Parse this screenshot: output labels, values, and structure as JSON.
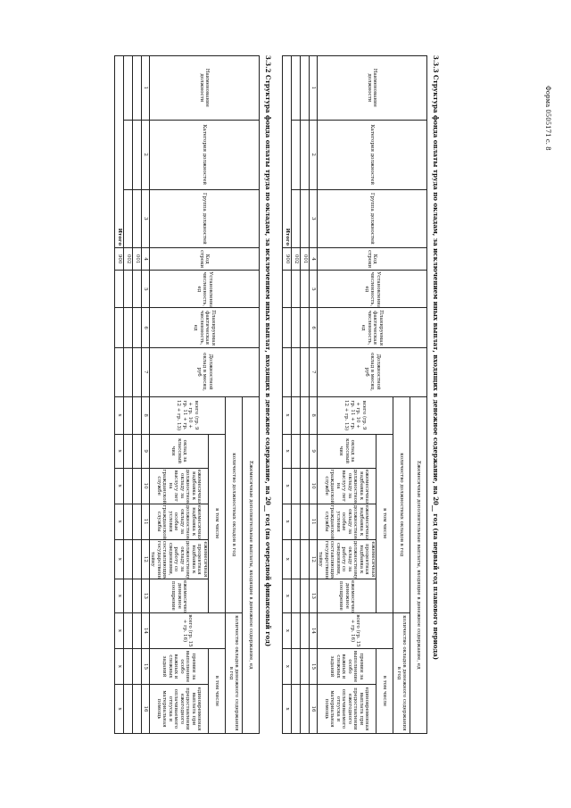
{
  "form_code": "Форма 0505171 с. 8",
  "tables": [
    {
      "caption": "3.3.2 Структура фонда оплаты труда по окладам, за исключением иных выплат, входящих в денежное содержание, на 20__ год (на очередной финансовый год)",
      "headers": {
        "position_name": "Наименование должности",
        "position_category": "Категория должностей",
        "position_group": "Группа должностей",
        "row_code": "Код строки",
        "established_staff": "Установленная численность, ед",
        "planned_staff": "Планируемая фактическая численность, ед",
        "salary": "Должностной оклад в месяц, руб",
        "monthly_payments": "Ежемесячные дополнительные выплаты, входящие в денежное содержание, ед",
        "count_salaries_year": "количество должностных окладов в год",
        "total_left": "всего (гр. 9 + гр. 10 + гр. 11 + гр. 12 + гр. 13)",
        "in_that_number": "в том числе",
        "class_rank": "оклад за классный чин",
        "seniority": "ежемесячная надбавка к должностному окладу за выслугу лет на гражданской службе",
        "special_conditions": "ежемесячная надбавка к должностному окладу за особые условия гражданской службы",
        "secret_info": "ежемесячная процентная надбавка к должностному окладу за работу со сведениями, составляющими государственную тайну",
        "bonus": "ежемесячное денежное поощрение",
        "count_salaries_pay": "количество окладов денежного содержания в год",
        "total_right": "всего (гр. 15 + гр. 16)",
        "premium": "премии за выполнение особо важных и сложных заданий",
        "lump_sum": "единовременная выплата при предоставлении ежегодного оплачиваемого отпуска и материальная помощь"
      },
      "col_numbers": [
        "1",
        "2",
        "3",
        "4",
        "5",
        "6",
        "7",
        "8",
        "9",
        "10",
        "11",
        "12",
        "13",
        "14",
        "15",
        "16"
      ],
      "rows": [
        {
          "code": "001",
          "marks": [
            "",
            "",
            "",
            "",
            "",
            "",
            "",
            "",
            "",
            "",
            "",
            ""
          ]
        },
        {
          "code": "002",
          "marks": [
            "",
            "",
            "",
            "",
            "",
            "",
            "",
            "",
            "",
            "",
            "",
            ""
          ]
        },
        {
          "code": "900",
          "label": "Итого",
          "marks": [
            "",
            "",
            "",
            "x",
            "x",
            "x",
            "x",
            "x",
            "x",
            "x",
            "x",
            "x"
          ]
        }
      ]
    },
    {
      "caption": "3.3.3 Структура фонда оплаты труда по окладам, за исключением иных выплат, входящих в денежное содержание, на 20__ год (на первый год планового периода)",
      "headers": {
        "position_name": "Наименование должности",
        "position_category": "Категория должностей",
        "position_group": "Группа должностей",
        "row_code": "Код строки",
        "established_staff": "Установленная численность, ед",
        "planned_staff": "Планируемая фактическая численность, ед",
        "salary": "Должностной оклад в месяц, руб",
        "monthly_payments": "Ежемесячные дополнительные выплаты, входящие в денежное содержание, ед",
        "count_salaries_year": "количество должностных окладов в год",
        "total_left": "всего (гр. 9 + гр. 10 + гр. 11 + гр. 12 + гр. 13)",
        "in_that_number": "в том числе",
        "class_rank": "оклад за классный чин",
        "seniority": "ежемесячная надбавка к должностному окладу за выслугу лет на гражданской службе",
        "special_conditions": "ежемесячная надбавка к должностному окладу за особые условия гражданской службы",
        "secret_info": "ежемесячная процентная надбавка к должностному окладу за работу со сведениями, составляющими государственную тайну",
        "bonus": "ежемесячное денежное поощрение",
        "count_salaries_pay": "количество окладов денежного содержания в год",
        "total_right": "всего (гр. 15 + гр. 16)",
        "premium": "премии за выполнение особо важных и сложных заданий",
        "lump_sum": "единовременная выплата при предоставлении ежегодного оплачиваемого отпуска и материальная помощь"
      },
      "col_numbers": [
        "1",
        "2",
        "3",
        "4",
        "5",
        "6",
        "7",
        "8",
        "9",
        "10",
        "11",
        "12",
        "13",
        "14",
        "15",
        "16"
      ],
      "rows": [
        {
          "code": "001",
          "marks": [
            "",
            "",
            "",
            "",
            "",
            "",
            "",
            "",
            "",
            "",
            "",
            ""
          ]
        },
        {
          "code": "002",
          "marks": [
            "",
            "",
            "",
            "",
            "",
            "",
            "",
            "",
            "",
            "",
            "",
            ""
          ]
        },
        {
          "code": "900",
          "label": "Итого",
          "marks": [
            "",
            "",
            "",
            "x",
            "x",
            "x",
            "x",
            "x",
            "x",
            "x",
            "x",
            "x"
          ]
        }
      ]
    }
  ]
}
